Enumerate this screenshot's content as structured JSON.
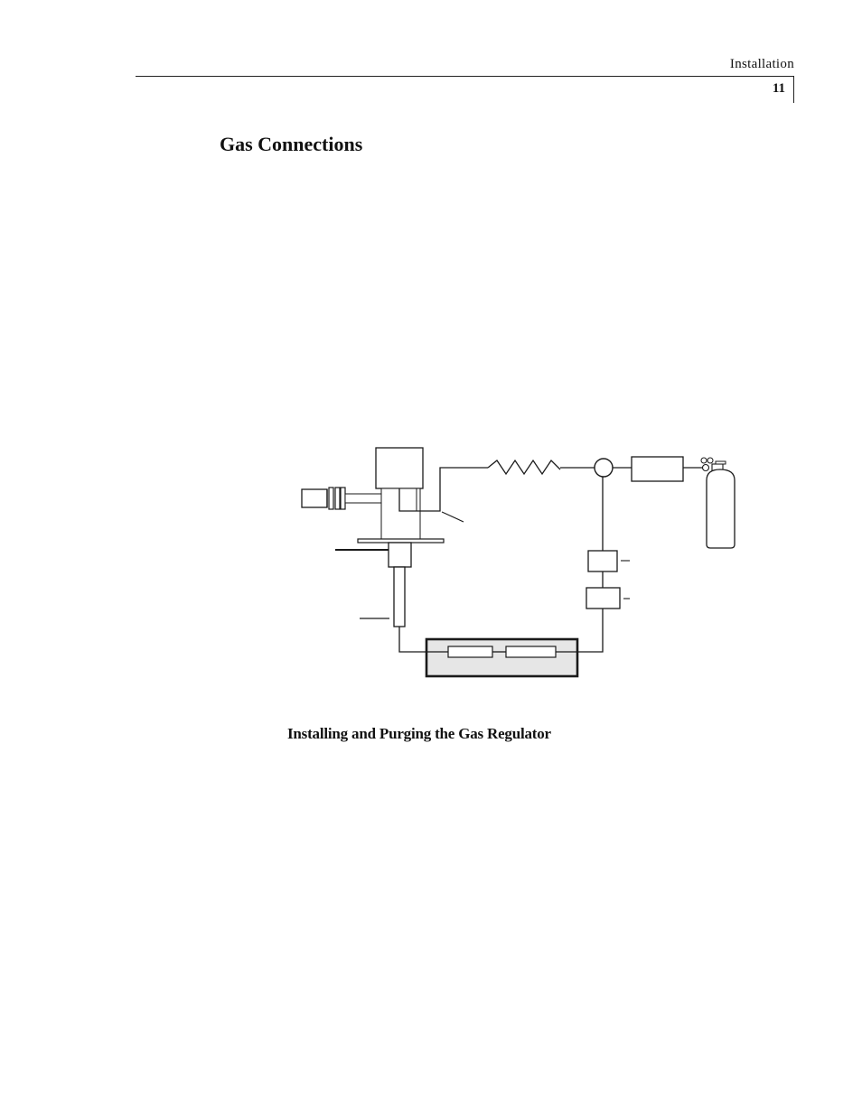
{
  "header": {
    "running_head": "Installation",
    "page_number": "11"
  },
  "main": {
    "section_title": "Gas Connections",
    "subsection_title": "Installing and Purging the Gas Regulator"
  },
  "figure": {
    "components": [
      "furnace-head",
      "lamp-connector",
      "mounting-plate",
      "probe-holder",
      "probe-tube",
      "tubing-coil",
      "t-junction",
      "regulator-box",
      "gas-cylinder",
      "flow-component-upper",
      "flow-component-lower",
      "filter-housing",
      "filter-element-left",
      "filter-element-right"
    ],
    "colors": {
      "line": "#1a1a1a",
      "housing_fill": "#e6e6e6"
    }
  }
}
